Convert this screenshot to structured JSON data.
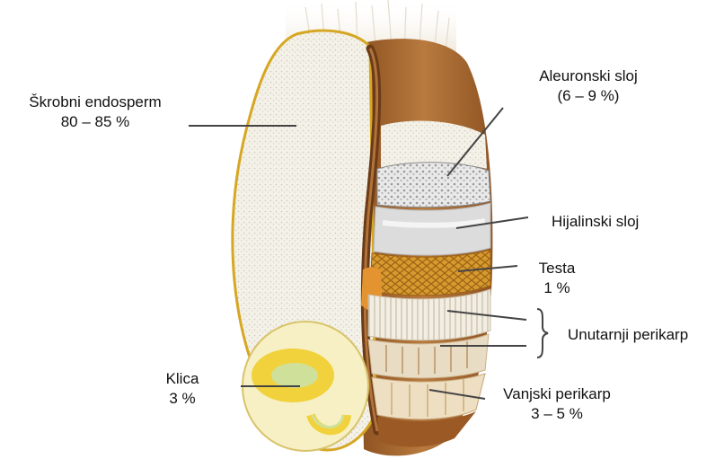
{
  "labels": {
    "starchy_endosperm": {
      "name": "Škrobni endosperm",
      "share": "80 – 85 %"
    },
    "aleurone_layer": {
      "name": "Aleuronski sloj",
      "share": "(6 – 9 %)"
    },
    "hyaline_layer": {
      "name": "Hijalinski sloj"
    },
    "testa": {
      "name": "Testa",
      "share": "1 %"
    },
    "inner_pericarp": {
      "name": "Unutarnji perikarp"
    },
    "outer_pericarp": {
      "name": "Vanjski perikarp",
      "share": "3 – 5 %"
    },
    "germ": {
      "name": "Klica",
      "share": "3 %"
    }
  },
  "colors": {
    "endosperm": "#f3f0e6",
    "bran_brown": "#a8652a",
    "crease": "#6b3a17",
    "testa": "#d49a32",
    "germ_yellow": "#f1d23c",
    "leader_line": "#444444"
  }
}
